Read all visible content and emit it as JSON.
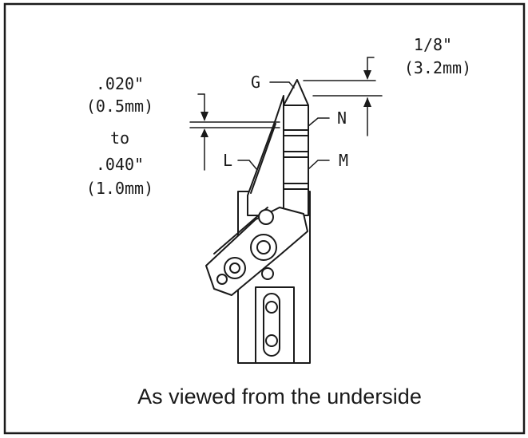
{
  "dimensions": {
    "upper_value": ".020\"",
    "upper_metric": "(0.5mm)",
    "range_word": "to",
    "lower_value": ".040\"",
    "lower_metric": "(1.0mm)",
    "tip_value": "1/8\"",
    "tip_metric": "(3.2mm)"
  },
  "labels": {
    "g": "G",
    "n": "N",
    "m": "M",
    "l": "L"
  },
  "caption": "As viewed from the underside",
  "colors": {
    "ink": "#1a1a1a",
    "background": "#ffffff"
  }
}
